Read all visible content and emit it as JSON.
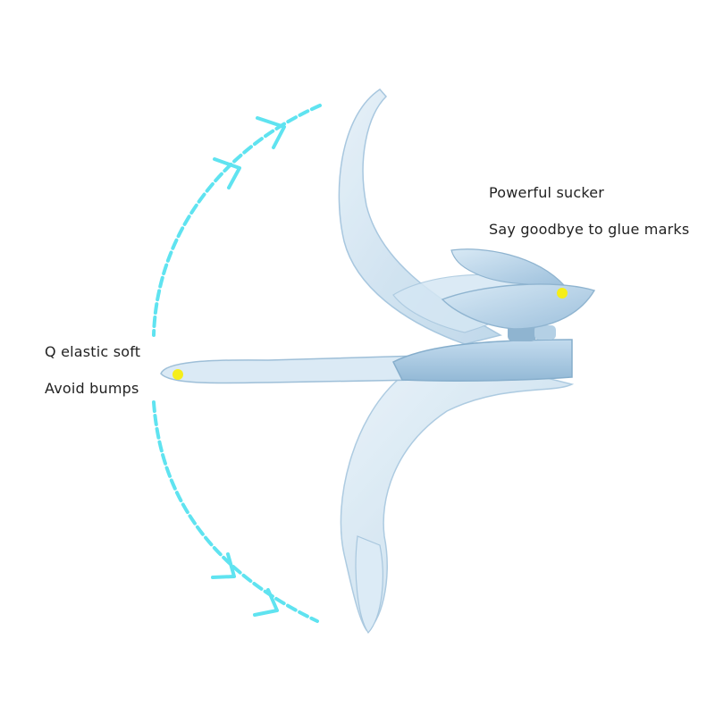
{
  "labels": {
    "sucker_title": "Powerful sucker",
    "sucker_subtitle": "Say goodbye to glue marks",
    "soft_title": "Q elastic soft",
    "soft_subtitle": "Avoid bumps"
  },
  "colors": {
    "background": "#ffffff",
    "text": "#222222",
    "arrow": "#5fe3f0",
    "product_light": "#cfe3f0",
    "product_mid": "#b9d4e8",
    "product_dark": "#8fb4d0",
    "marker": "#f5ee1a"
  },
  "icons": {
    "motion_arc": "dashed-arc-with-arrows",
    "marker": "yellow-dot"
  }
}
